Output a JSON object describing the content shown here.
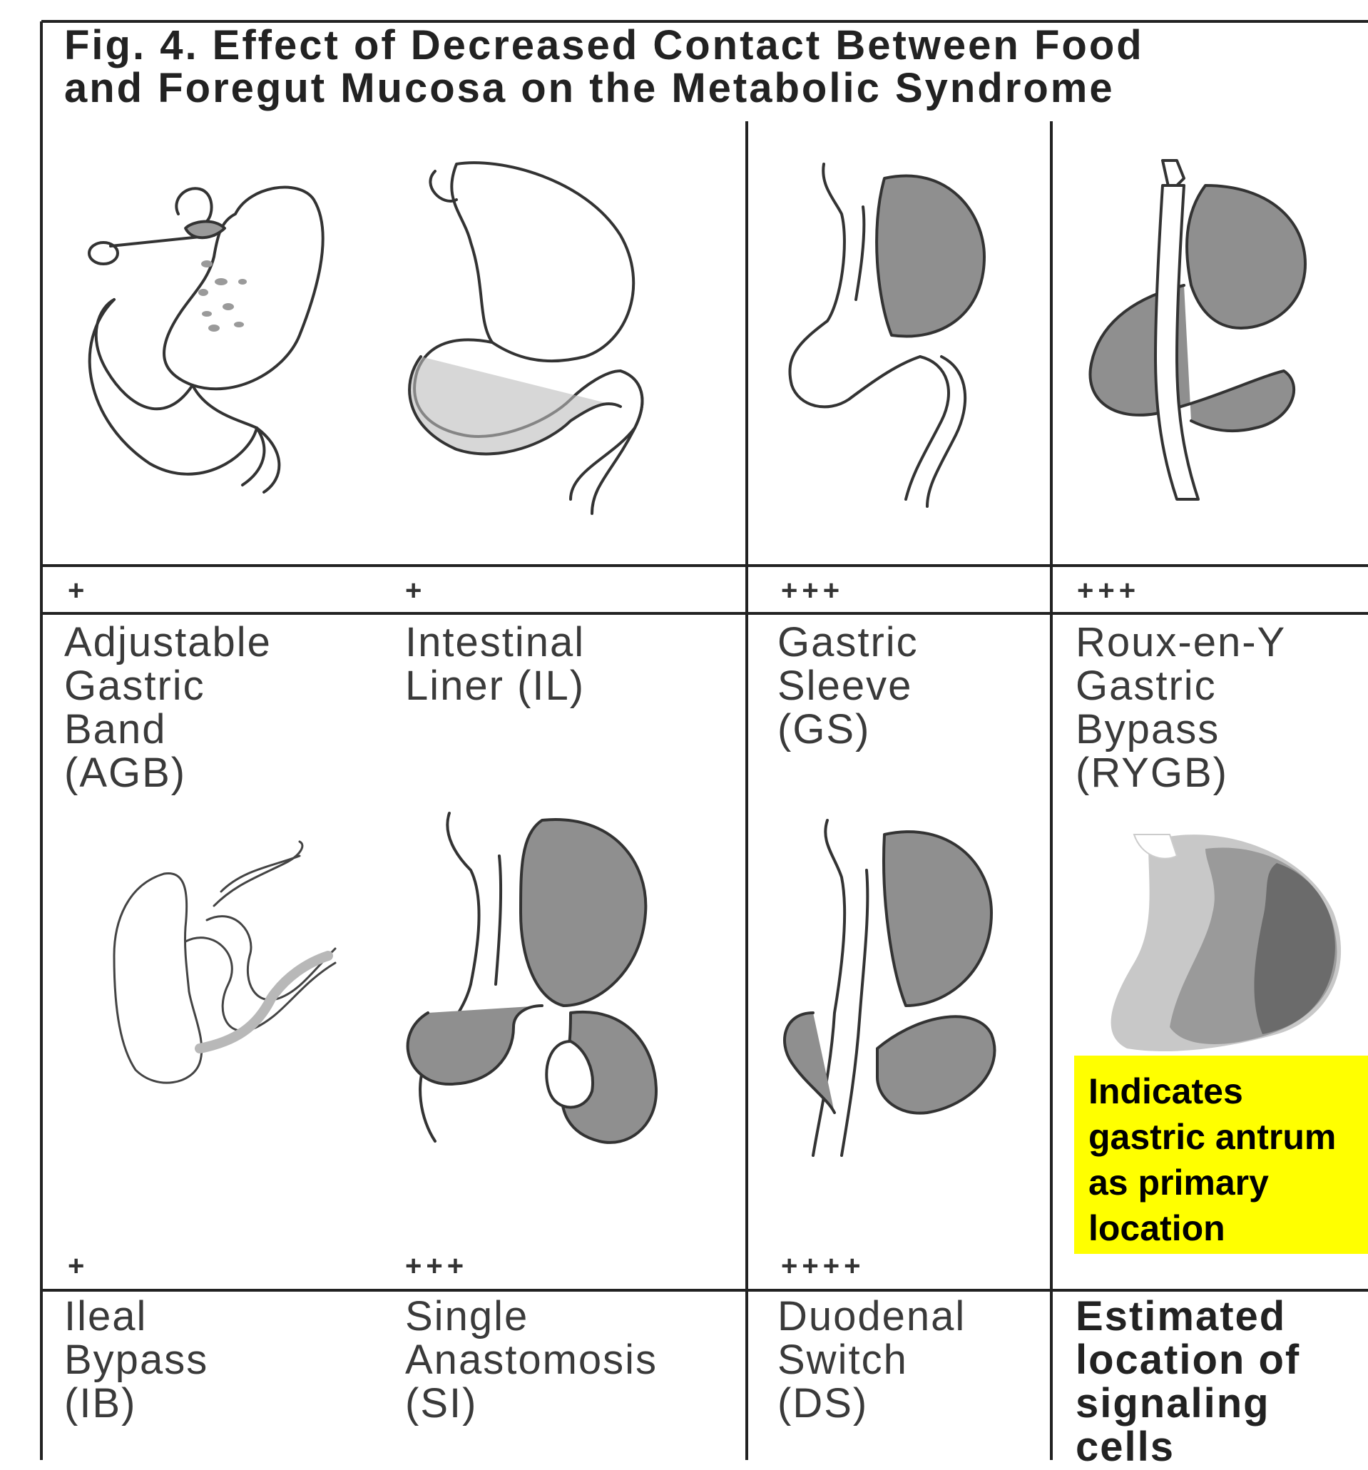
{
  "figure": {
    "title_line1": "Fig. 4. Effect of Decreased Contact Between Food",
    "title_line2": "and Foregut Mucosa on the Metabolic  Syndrome"
  },
  "colors": {
    "grid_line": "#222222",
    "outline": "#2a2a2a",
    "shaded": "#8f8f8f",
    "light_shaded": "#c8c8c8",
    "dark_shaded": "#6b6b6b",
    "callout_bg": "#ffff00"
  },
  "procedures": [
    {
      "id": "agb",
      "rating": "+",
      "label": [
        "Adjustable",
        "Gastric",
        "Band",
        "(AGB)"
      ]
    },
    {
      "id": "il",
      "rating": "+",
      "label": [
        "Intestinal",
        "Liner (IL)"
      ]
    },
    {
      "id": "gs",
      "rating": "+++",
      "label": [
        "Gastric",
        "Sleeve",
        "(GS)"
      ]
    },
    {
      "id": "rygb",
      "rating": "+++",
      "label": [
        "Roux-en-Y",
        "Gastric",
        "Bypass",
        "(RYGB)"
      ]
    },
    {
      "id": "ib",
      "rating": "+",
      "label": [
        "Ileal",
        "Bypass",
        "(IB)"
      ]
    },
    {
      "id": "si",
      "rating": "+++",
      "label": [
        "Single",
        "Anastomosis",
        "(SI)"
      ]
    },
    {
      "id": "ds",
      "rating": "++++",
      "label": [
        "Duodenal",
        "Switch",
        "(DS)"
      ]
    }
  ],
  "signaling": {
    "label": [
      "Estimated",
      "location of",
      "signaling",
      "cells"
    ],
    "callout": [
      "Indicates",
      "gastric antrum",
      "as primary",
      "location"
    ]
  }
}
